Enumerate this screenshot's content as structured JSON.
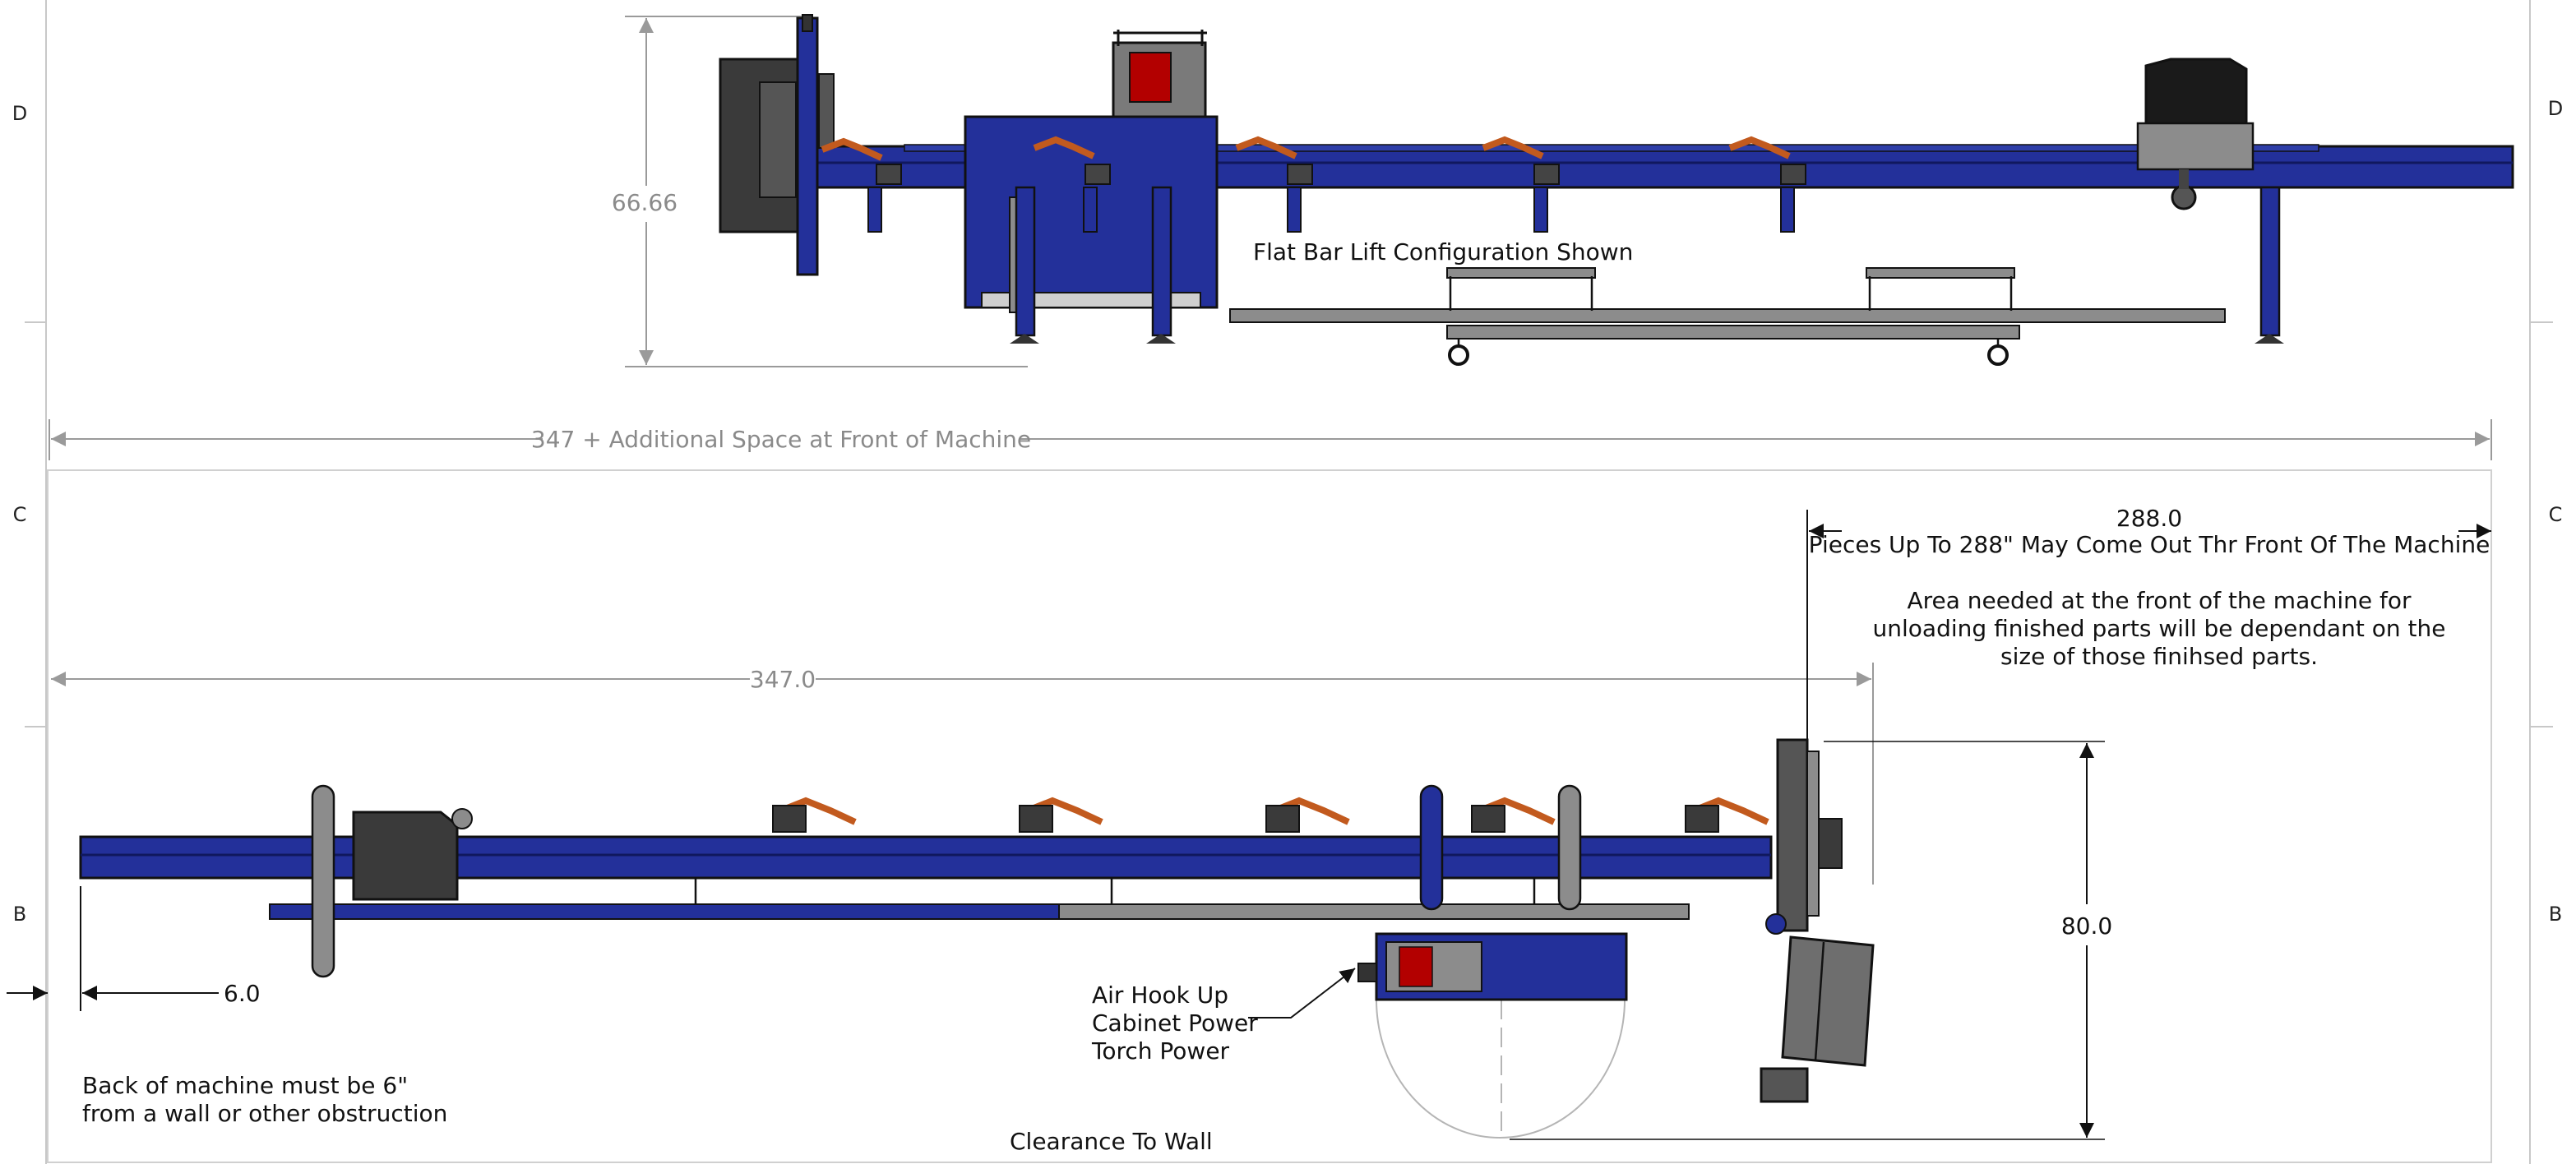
{
  "zones": {
    "left": [
      "D",
      "C",
      "B"
    ],
    "right": [
      "D",
      "C",
      "B"
    ]
  },
  "elevation": {
    "height_dim": "66.66",
    "caption": "Flat Bar Lift Configuration Shown"
  },
  "overall_dim": "347 + Additional Space at Front of Machine",
  "plan": {
    "length_dim": "347.0",
    "front_dim": "288.0",
    "front_note": "Pieces Up To 288\" May Come Out Thr Front Of The Machine",
    "area_note": [
      "Area needed at the front of the machine for",
      "unloading finished parts will be dependant on the",
      "size of those finihsed parts."
    ],
    "depth_dim": "80.0",
    "back_dim": "6.0",
    "hookup_labels": [
      "Air Hook Up",
      "Cabinet Power",
      "Torch Power"
    ],
    "back_note": [
      "Back of machine must be 6\"",
      "from a wall or other obstruction"
    ],
    "clearance_label": "Clearance To Wall"
  },
  "colors": {
    "frame_blue": "#23309a",
    "frame_blue_dark": "#10185e",
    "steel_gray": "#8c8c8c",
    "dark_gray": "#3c3c3c",
    "dim_gray": "#9a9a9a",
    "torch_orange": "#c25a1e"
  }
}
